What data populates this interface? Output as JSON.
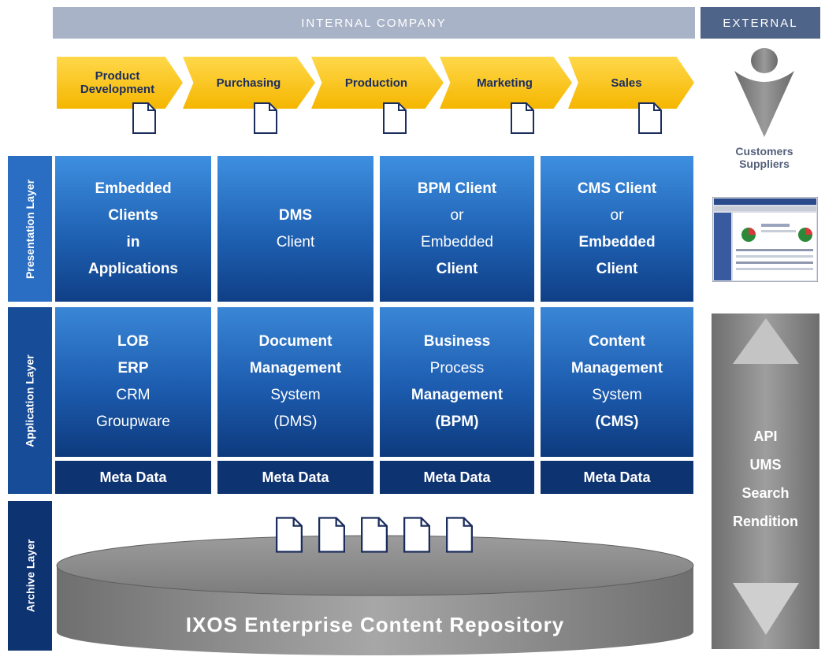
{
  "header": {
    "internal": "INTERNAL COMPANY",
    "external": "EXTERNAL"
  },
  "process_steps": [
    {
      "label": "Product Development"
    },
    {
      "label": "Purchasing"
    },
    {
      "label": "Production"
    },
    {
      "label": "Marketing"
    },
    {
      "label": "Sales"
    }
  ],
  "layers": {
    "presentation": "Presentation Layer",
    "application": "Application Layer",
    "archive": "Archive Layer"
  },
  "presentation_cells": [
    {
      "lines": [
        "Embedded",
        "Clients",
        "in",
        "Applications"
      ]
    },
    {
      "lines": [
        "DMS",
        "Client"
      ]
    },
    {
      "lines": [
        "BPM Client",
        "or",
        "Embedded",
        "Client"
      ]
    },
    {
      "lines": [
        "CMS Client",
        "or",
        "Embedded",
        "Client"
      ]
    }
  ],
  "application_cells": [
    {
      "lines": [
        "LOB",
        "ERP",
        "CRM",
        "Groupware"
      ]
    },
    {
      "lines": [
        "Document",
        "Management",
        "System",
        "(DMS)"
      ]
    },
    {
      "lines": [
        "Business",
        "Process",
        "Management",
        "(BPM)"
      ]
    },
    {
      "lines": [
        "Content",
        "Management",
        "System",
        "(CMS)"
      ]
    }
  ],
  "meta_data": [
    "Meta Data",
    "Meta Data",
    "Meta Data",
    "Meta Data"
  ],
  "external": {
    "line1": "Customers",
    "line2": "Suppliers"
  },
  "api_panel": {
    "items": [
      "API",
      "UMS",
      "Search",
      "Rendition"
    ]
  },
  "repository": {
    "label": "IXOS Enterprise Content Repository"
  },
  "colors": {
    "arrow": "#f5b600",
    "cell_blue": "#1f61b3",
    "meta": "#0e3371",
    "header": "#a9b3c8",
    "external": "#4f6489"
  }
}
